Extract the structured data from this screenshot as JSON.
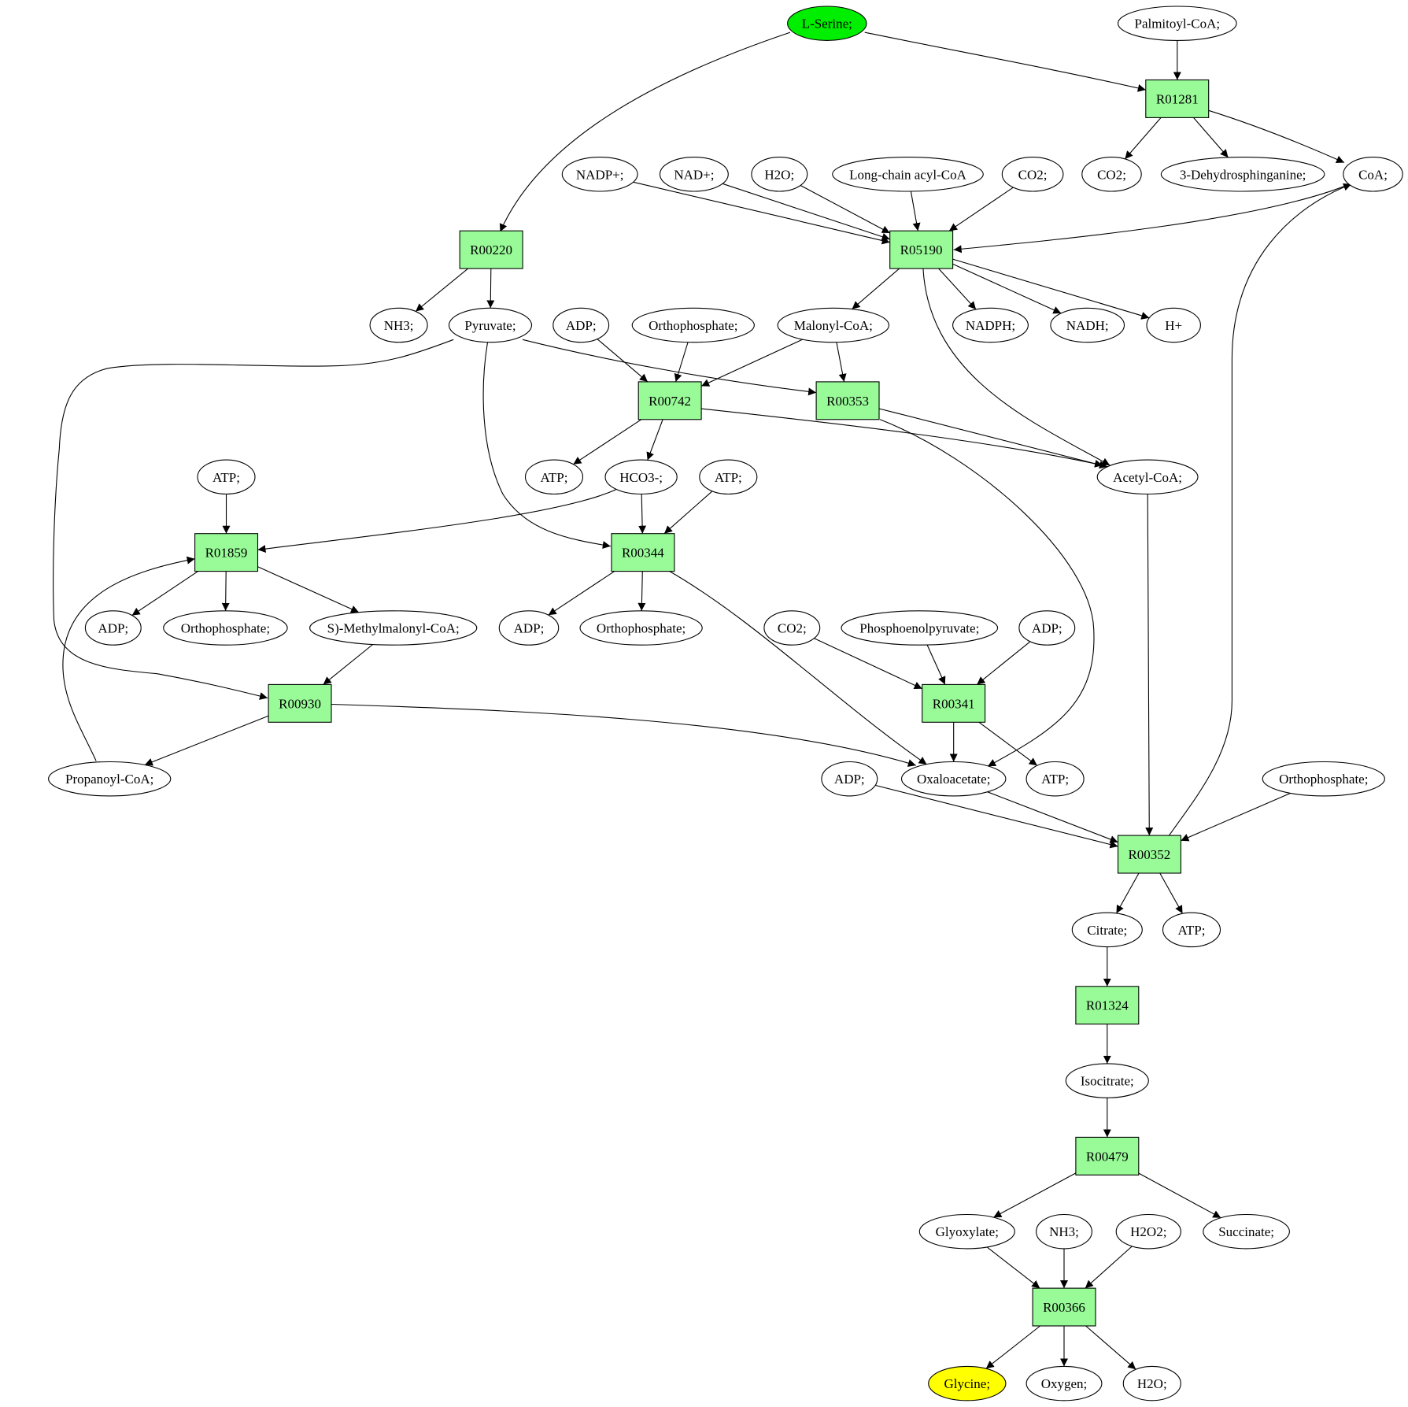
{
  "colors": {
    "reaction_fill": "#98fb98",
    "start_fill": "#00ee00",
    "end_fill": "#ffff00",
    "compound_fill": "#ffffff",
    "stroke": "#000000"
  },
  "nodes": [
    {
      "id": "L-Serine",
      "label": "L-Serine;",
      "kind": "compound",
      "role": "start"
    },
    {
      "id": "Palmitoyl-CoA",
      "label": "Palmitoyl-CoA;",
      "kind": "compound"
    },
    {
      "id": "R01281",
      "label": "R01281",
      "kind": "reaction"
    },
    {
      "id": "CO2-a",
      "label": "CO2;",
      "kind": "compound"
    },
    {
      "id": "3-Dehydrosphinganine",
      "label": "3-Dehydrosphinganine;",
      "kind": "compound"
    },
    {
      "id": "CoA",
      "label": "CoA;",
      "kind": "compound"
    },
    {
      "id": "NADP+",
      "label": "NADP+;",
      "kind": "compound"
    },
    {
      "id": "NAD+",
      "label": "NAD+;",
      "kind": "compound"
    },
    {
      "id": "H2O-a",
      "label": "H2O;",
      "kind": "compound"
    },
    {
      "id": "Long-chain-acyl-CoA",
      "label": "Long-chain acyl-CoA",
      "kind": "compound"
    },
    {
      "id": "CO2-b",
      "label": "CO2;",
      "kind": "compound"
    },
    {
      "id": "R00220",
      "label": "R00220",
      "kind": "reaction"
    },
    {
      "id": "R05190",
      "label": "R05190",
      "kind": "reaction"
    },
    {
      "id": "NH3-a",
      "label": "NH3;",
      "kind": "compound"
    },
    {
      "id": "Pyruvate",
      "label": "Pyruvate;",
      "kind": "compound"
    },
    {
      "id": "ADP-a",
      "label": "ADP;",
      "kind": "compound"
    },
    {
      "id": "Orthophosphate-a",
      "label": "Orthophosphate;",
      "kind": "compound"
    },
    {
      "id": "Malonyl-CoA",
      "label": "Malonyl-CoA;",
      "kind": "compound"
    },
    {
      "id": "NADPH",
      "label": "NADPH;",
      "kind": "compound"
    },
    {
      "id": "NADH",
      "label": "NADH;",
      "kind": "compound"
    },
    {
      "id": "H+",
      "label": "H+",
      "kind": "compound"
    },
    {
      "id": "R00742",
      "label": "R00742",
      "kind": "reaction"
    },
    {
      "id": "R00353",
      "label": "R00353",
      "kind": "reaction"
    },
    {
      "id": "ATP-a",
      "label": "ATP;",
      "kind": "compound"
    },
    {
      "id": "ATP-b",
      "label": "ATP;",
      "kind": "compound"
    },
    {
      "id": "HCO3-",
      "label": "HCO3-;",
      "kind": "compound"
    },
    {
      "id": "ATP-c",
      "label": "ATP;",
      "kind": "compound"
    },
    {
      "id": "Acetyl-CoA",
      "label": "Acetyl-CoA;",
      "kind": "compound"
    },
    {
      "id": "R01859",
      "label": "R01859",
      "kind": "reaction"
    },
    {
      "id": "R00344",
      "label": "R00344",
      "kind": "reaction"
    },
    {
      "id": "ADP-b",
      "label": "ADP;",
      "kind": "compound"
    },
    {
      "id": "Orthophosphate-b",
      "label": "Orthophosphate;",
      "kind": "compound"
    },
    {
      "id": "S-Methylmalonyl-CoA",
      "label": "S)-Methylmalonyl-CoA;",
      "kind": "compound"
    },
    {
      "id": "ADP-c",
      "label": "ADP;",
      "kind": "compound"
    },
    {
      "id": "Orthophosphate-c",
      "label": "Orthophosphate;",
      "kind": "compound"
    },
    {
      "id": "CO2-c",
      "label": "CO2;",
      "kind": "compound"
    },
    {
      "id": "Phosphoenolpyruvate",
      "label": "Phosphoenolpyruvate;",
      "kind": "compound"
    },
    {
      "id": "ADP-d",
      "label": "ADP;",
      "kind": "compound"
    },
    {
      "id": "R00930",
      "label": "R00930",
      "kind": "reaction"
    },
    {
      "id": "R00341",
      "label": "R00341",
      "kind": "reaction"
    },
    {
      "id": "Propanoyl-CoA",
      "label": "Propanoyl-CoA;",
      "kind": "compound"
    },
    {
      "id": "ADP-e",
      "label": "ADP;",
      "kind": "compound"
    },
    {
      "id": "Oxaloacetate",
      "label": "Oxaloacetate;",
      "kind": "compound"
    },
    {
      "id": "ATP-d",
      "label": "ATP;",
      "kind": "compound"
    },
    {
      "id": "Orthophosphate-d",
      "label": "Orthophosphate;",
      "kind": "compound"
    },
    {
      "id": "R00352",
      "label": "R00352",
      "kind": "reaction"
    },
    {
      "id": "Citrate",
      "label": "Citrate;",
      "kind": "compound"
    },
    {
      "id": "ATP-e",
      "label": "ATP;",
      "kind": "compound"
    },
    {
      "id": "R01324",
      "label": "R01324",
      "kind": "reaction"
    },
    {
      "id": "Isocitrate",
      "label": "Isocitrate;",
      "kind": "compound"
    },
    {
      "id": "R00479",
      "label": "R00479",
      "kind": "reaction"
    },
    {
      "id": "Glyoxylate",
      "label": "Glyoxylate;",
      "kind": "compound"
    },
    {
      "id": "NH3-b",
      "label": "NH3;",
      "kind": "compound"
    },
    {
      "id": "H2O2",
      "label": "H2O2;",
      "kind": "compound"
    },
    {
      "id": "Succinate",
      "label": "Succinate;",
      "kind": "compound"
    },
    {
      "id": "R00366",
      "label": "R00366",
      "kind": "reaction"
    },
    {
      "id": "Glycine",
      "label": "Glycine;",
      "kind": "compound",
      "role": "end"
    },
    {
      "id": "Oxygen",
      "label": "Oxygen;",
      "kind": "compound"
    },
    {
      "id": "H2O-b",
      "label": "H2O;",
      "kind": "compound"
    }
  ],
  "edges": [
    {
      "from": "L-Serine",
      "to": "R00220"
    },
    {
      "from": "L-Serine",
      "to": "R01281"
    },
    {
      "from": "Palmitoyl-CoA",
      "to": "R01281"
    },
    {
      "from": "R01281",
      "to": "CO2-a"
    },
    {
      "from": "R01281",
      "to": "3-Dehydrosphinganine"
    },
    {
      "from": "R01281",
      "to": "CoA"
    },
    {
      "from": "NADP+",
      "to": "R05190"
    },
    {
      "from": "NAD+",
      "to": "R05190"
    },
    {
      "from": "H2O-a",
      "to": "R05190"
    },
    {
      "from": "Long-chain-acyl-CoA",
      "to": "R05190"
    },
    {
      "from": "CO2-b",
      "to": "R05190"
    },
    {
      "from": "CoA",
      "to": "R05190"
    },
    {
      "from": "R00220",
      "to": "NH3-a"
    },
    {
      "from": "R00220",
      "to": "Pyruvate"
    },
    {
      "from": "R05190",
      "to": "Malonyl-CoA"
    },
    {
      "from": "R05190",
      "to": "NADPH"
    },
    {
      "from": "R05190",
      "to": "NADH"
    },
    {
      "from": "R05190",
      "to": "H+"
    },
    {
      "from": "R05190",
      "to": "Acetyl-CoA"
    },
    {
      "from": "ADP-a",
      "to": "R00742"
    },
    {
      "from": "Orthophosphate-a",
      "to": "R00742"
    },
    {
      "from": "Malonyl-CoA",
      "to": "R00742"
    },
    {
      "from": "Malonyl-CoA",
      "to": "R00353"
    },
    {
      "from": "Pyruvate",
      "to": "R00353"
    },
    {
      "from": "Pyruvate",
      "to": "R00344"
    },
    {
      "from": "Pyruvate",
      "to": "R00930"
    },
    {
      "from": "R00742",
      "to": "ATP-a"
    },
    {
      "from": "R00742",
      "to": "HCO3-"
    },
    {
      "from": "R00742",
      "to": "Acetyl-CoA"
    },
    {
      "from": "R00353",
      "to": "Acetyl-CoA"
    },
    {
      "from": "R00353",
      "to": "Oxaloacetate"
    },
    {
      "from": "ATP-b",
      "to": "R01859"
    },
    {
      "from": "HCO3-",
      "to": "R01859"
    },
    {
      "from": "HCO3-",
      "to": "R00344"
    },
    {
      "from": "ATP-c",
      "to": "R00344"
    },
    {
      "from": "R01859",
      "to": "ADP-b"
    },
    {
      "from": "R01859",
      "to": "Orthophosphate-b"
    },
    {
      "from": "R01859",
      "to": "S-Methylmalonyl-CoA"
    },
    {
      "from": "R00344",
      "to": "ADP-c"
    },
    {
      "from": "R00344",
      "to": "Orthophosphate-c"
    },
    {
      "from": "R00344",
      "to": "Oxaloacetate"
    },
    {
      "from": "S-Methylmalonyl-CoA",
      "to": "R00930"
    },
    {
      "from": "CO2-c",
      "to": "R00341"
    },
    {
      "from": "Phosphoenolpyruvate",
      "to": "R00341"
    },
    {
      "from": "ADP-d",
      "to": "R00341"
    },
    {
      "from": "R00930",
      "to": "Propanoyl-CoA"
    },
    {
      "from": "R00930",
      "to": "Oxaloacetate"
    },
    {
      "from": "Propanoyl-CoA",
      "to": "R01859"
    },
    {
      "from": "R00341",
      "to": "Oxaloacetate"
    },
    {
      "from": "R00341",
      "to": "ATP-d"
    },
    {
      "from": "Acetyl-CoA",
      "to": "R00352"
    },
    {
      "from": "ADP-e",
      "to": "R00352"
    },
    {
      "from": "Oxaloacetate",
      "to": "R00352"
    },
    {
      "from": "Orthophosphate-d",
      "to": "R00352"
    },
    {
      "from": "R00352",
      "to": "CoA"
    },
    {
      "from": "R00352",
      "to": "Citrate"
    },
    {
      "from": "R00352",
      "to": "ATP-e"
    },
    {
      "from": "Citrate",
      "to": "R01324"
    },
    {
      "from": "R01324",
      "to": "Isocitrate"
    },
    {
      "from": "Isocitrate",
      "to": "R00479"
    },
    {
      "from": "R00479",
      "to": "Glyoxylate"
    },
    {
      "from": "R00479",
      "to": "Succinate"
    },
    {
      "from": "Glyoxylate",
      "to": "R00366"
    },
    {
      "from": "NH3-b",
      "to": "R00366"
    },
    {
      "from": "H2O2",
      "to": "R00366"
    },
    {
      "from": "R00366",
      "to": "Glycine"
    },
    {
      "from": "R00366",
      "to": "Oxygen"
    },
    {
      "from": "R00366",
      "to": "H2O-b"
    }
  ]
}
